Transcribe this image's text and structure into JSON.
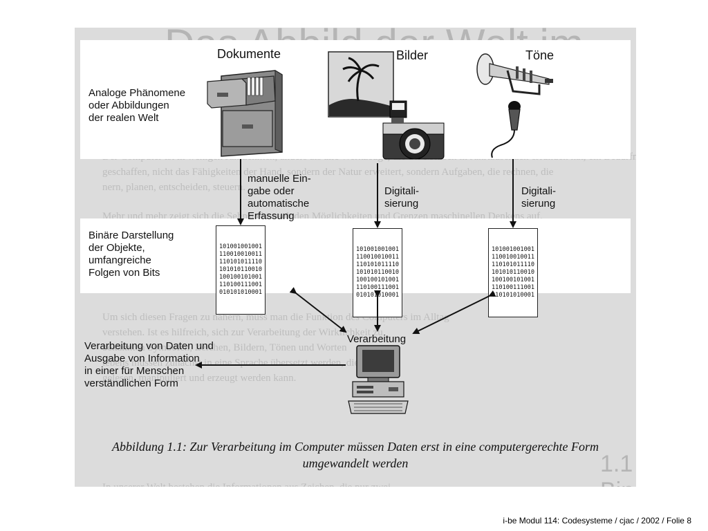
{
  "figure": {
    "headers": {
      "documents": "Dokumente",
      "images": "Bilder",
      "sounds": "Töne"
    },
    "row_labels": {
      "analog": [
        "Analoge Phänomene",
        "oder Abbildungen",
        "der realen Welt"
      ],
      "binary": [
        "Binäre Darstellung",
        "der Objekte,",
        "umfangreiche",
        "Folgen von Bits"
      ],
      "processing": [
        "Verarbeitung von Daten und",
        "Ausgabe von Information",
        "in einer für Menschen",
        "verständlichen Form"
      ]
    },
    "arrow_labels": {
      "manual": [
        "manuelle Ein-",
        "gabe oder",
        "automatische",
        "Erfassung"
      ],
      "digitize_images": [
        "Digitali-",
        "sierung"
      ],
      "digitize_sounds": [
        "Digitali-",
        "sierung"
      ],
      "processing": "Verarbeitung"
    },
    "bit_block": [
      "101001001001",
      "110010010011",
      "110101011110",
      "101010110010",
      "100100101001",
      "110100111001",
      "010101010001"
    ],
    "caption": [
      "Abbildung 1.1: Zur Verarbeitung im Computer müssen Daten erst in eine computergerechte Form",
      "umgewandelt werden"
    ]
  },
  "footer": "i-be Modul 114: Codesysteme / cjac / 2002 / Folie 8"
}
